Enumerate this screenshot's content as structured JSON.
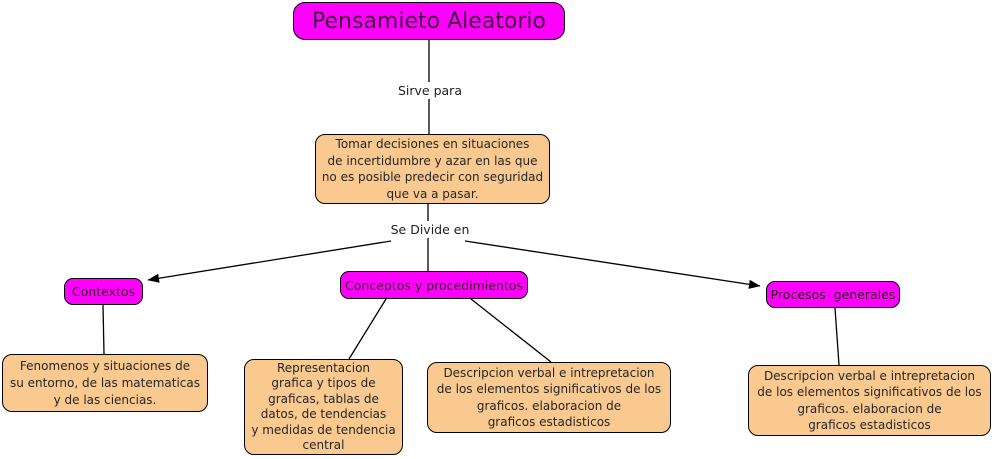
{
  "diagram": {
    "type": "concept-map",
    "background": "#ffffff",
    "colors": {
      "concept_pink": "#ff00ff",
      "concept_peach": "#f9c98f",
      "border": "#000000",
      "line": "#000000",
      "title_text": "#3d0a38",
      "body_text": "#262626"
    },
    "nodes": {
      "title": {
        "label": "Pensamieto Aleatorio"
      },
      "center": {
        "label": "Tomar decisiones en situaciones\nde incertidumbre y azar en las que\nno es posible predecir con seguridad\nque va a pasar."
      },
      "contextos": {
        "label": "Contextos"
      },
      "conceptos": {
        "label": "Conceptos y procedimientos"
      },
      "procesos": {
        "label": "Procesos  generales"
      },
      "fenomenos": {
        "label": "Fenomenos y situaciones de\nsu entorno, de las matematicas\ny de las ciencias."
      },
      "representacion": {
        "label": "Representacion\ngrafica y tipos de\ngraficas, tablas de\ndatos, de tendencias\ny medidas de tendencia\ncentral"
      },
      "descripcion_conceptos": {
        "label": "Descripcion verbal e intrepretacion\nde los elementos significativos de los\ngraficos. elaboracion de\ngraficos estadisticos"
      },
      "descripcion_procesos": {
        "label": "Descripcion verbal e intrepretacion\nde los elementos significativos de los\ngraficos. elaboracion de\ngraficos estadisticos"
      }
    },
    "linking_phrases": {
      "sirve_para": "Sirve para",
      "se_divide_en": "Se Divide en"
    }
  }
}
